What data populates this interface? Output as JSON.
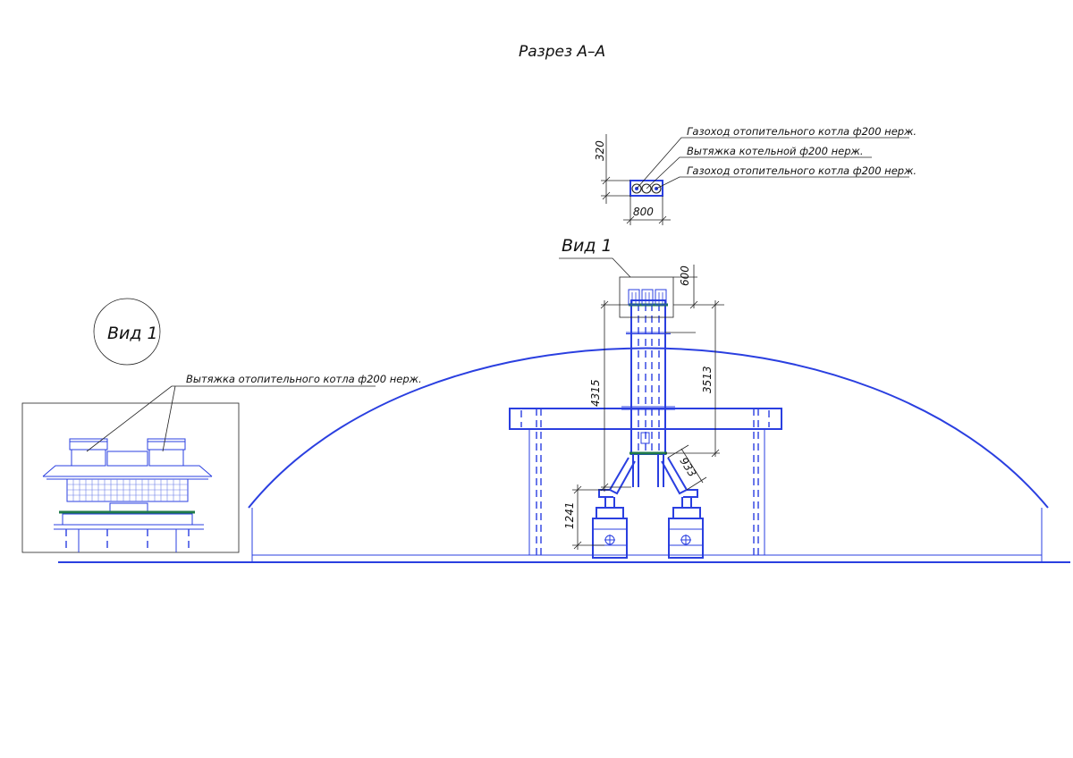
{
  "title": "Разрез А–А",
  "view_label_main": "Вид 1",
  "view_label_detail": "Вид 1",
  "callouts": {
    "flue1": "Газоход отопительного котла ф200 нерж.",
    "boiler_exhaust": "Вытяжка котельной ф200 нерж.",
    "flue2": "Газоход отопительного котла ф200 нерж.",
    "detail_exhaust": "Вытяжка отопительного котла ф200 нерж."
  },
  "dimensions": {
    "d320": "320",
    "d800": "800",
    "d600": "600",
    "d4315": "4315",
    "d3513": "3513",
    "d933": "933",
    "d1241": "1241"
  },
  "colors": {
    "drawing_lines": "#2a3fe0",
    "annotation_lines": "#222222",
    "flange_green": "#1f7a4a",
    "background": "#ffffff"
  }
}
